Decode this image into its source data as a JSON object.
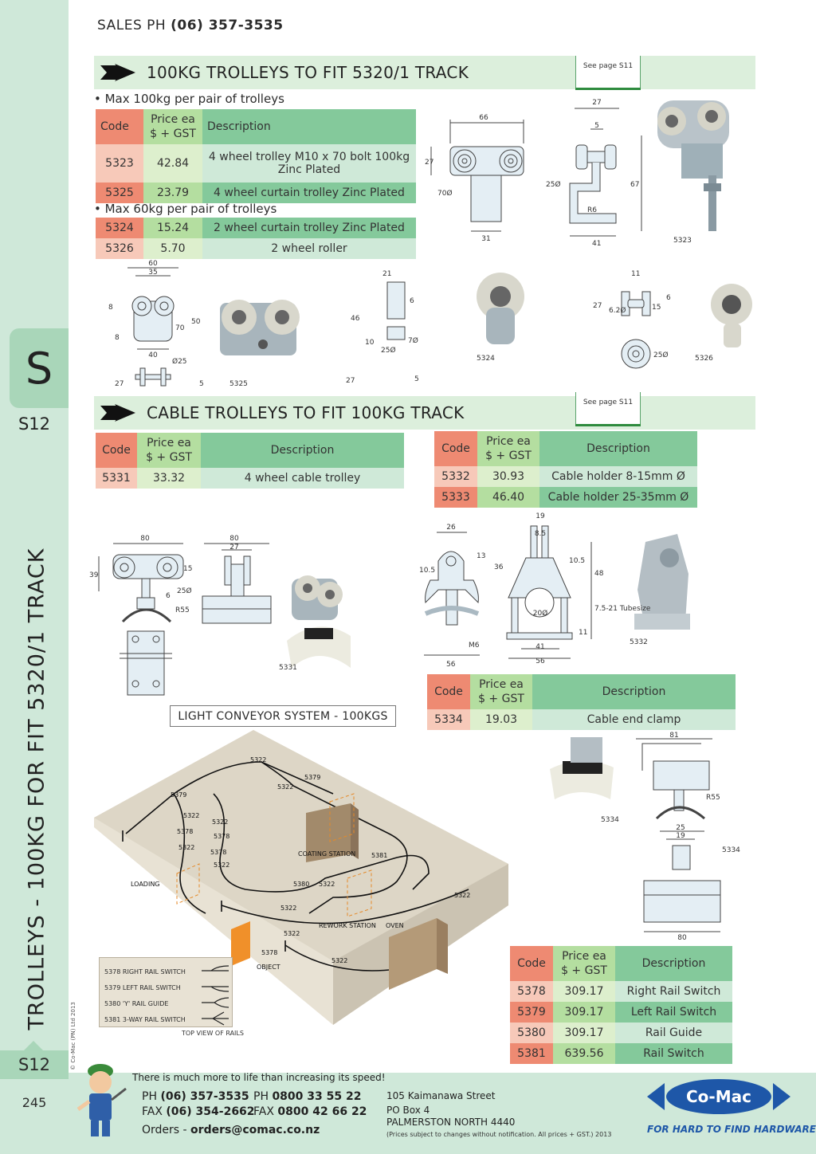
{
  "header": {
    "sales_label": "SALES  PH",
    "sales_phone": "(06) 357-3535"
  },
  "sidebar": {
    "tab_letter": "S",
    "tab_page": "S12",
    "vertical_title": "TROLLEYS - 100KG FOR FIT 5320/1 TRACK",
    "copyright": "© Co-Mac (PN) Ltd 2013",
    "bottom_page": "S12",
    "page_number": "245"
  },
  "section1": {
    "title": "100KG TROLLEYS TO FIT 5320/1 TRACK",
    "see_page": "See page S11",
    "bullet1": "• Max 100kg per pair of trolleys",
    "bullet2": "• Max 60kg per pair of trolleys",
    "table_header": {
      "code": "Code",
      "price": "Price ea $ + GST",
      "desc": "Description"
    },
    "rows_a": [
      {
        "code": "5323",
        "price": "42.84",
        "desc": "4 wheel trolley M10 x 70 bolt 100kg Zinc Plated"
      },
      {
        "code": "5325",
        "price": "23.79",
        "desc": "4 wheel curtain trolley Zinc Plated"
      }
    ],
    "rows_b": [
      {
        "code": "5324",
        "price": "15.24",
        "desc": "2 wheel curtain trolley Zinc Plated"
      },
      {
        "code": "5326",
        "price": "5.70",
        "desc": "2 wheel roller"
      }
    ],
    "diagram_labels": {
      "d5323_top": "66",
      "d5323_27": "27",
      "d5323_70": "70Ø",
      "d5323_31": "31",
      "side_27": "27",
      "side_5": "5",
      "side_25": "25Ø",
      "side_67": "67",
      "side_r6": "R6",
      "side_41": "41",
      "cap_5323": "5323",
      "d5325_60": "60",
      "d5325_35": "35",
      "d5325_8a": "8",
      "d5325_8b": "8",
      "d5325_70": "70",
      "d5325_50": "50",
      "d5325_40": "40",
      "d5325_25": "Ø25",
      "d5325_27": "27",
      "d5325_5": "5",
      "cap_5325": "5325",
      "d5324_21": "21",
      "d5324_6": "6",
      "d5324_46": "46",
      "d5324_10": "10",
      "d5324_7": "7Ø",
      "d5324_25": "25Ø",
      "d5324_27": "27",
      "d5324_5": "5",
      "cap_5324": "5324",
      "d5326_11": "11",
      "d5326_6": "6",
      "d5326_27": "27",
      "d5326_62": "6.2Ø",
      "d5326_15": "15",
      "d5326_25": "25Ø",
      "cap_5326": "5326"
    }
  },
  "section2": {
    "title": "CABLE TROLLEYS TO FIT 100KG TRACK",
    "see_page": "See page S11",
    "table_header": {
      "code": "Code",
      "price": "Price ea $ + GST",
      "desc": "Description"
    },
    "rows_5331": [
      {
        "code": "5331",
        "price": "33.32",
        "desc": "4 wheel cable trolley"
      }
    ],
    "rows_5332": [
      {
        "code": "5332",
        "price": "30.93",
        "desc": "Cable holder 8-15mm Ø"
      },
      {
        "code": "5333",
        "price": "46.40",
        "desc": "Cable holder 25-35mm Ø"
      }
    ],
    "rows_5334": [
      {
        "code": "5334",
        "price": "19.03",
        "desc": "Cable end clamp"
      }
    ],
    "rows_switch": [
      {
        "code": "5378",
        "price": "309.17",
        "desc": "Right Rail Switch"
      },
      {
        "code": "5379",
        "price": "309.17",
        "desc": "Left Rail Switch"
      },
      {
        "code": "5380",
        "price": "309.17",
        "desc": "Rail Guide"
      },
      {
        "code": "5381",
        "price": "639.56",
        "desc": "Rail Switch"
      }
    ],
    "diagram_labels": {
      "d5331_80a": "80",
      "d5331_39": "39",
      "d5331_15": "15",
      "d5331_6": "6",
      "d5331_25": "25Ø",
      "d5331_r55": "R55",
      "d5331_80b": "80",
      "d5331_27": "27",
      "cap_5331": "5331",
      "d5332_26": "26",
      "d5332_105a": "10.5",
      "d5332_13": "13",
      "d5332_36": "36",
      "d5332_m6": "M6",
      "d5332_56a": "56",
      "d5332_19": "19",
      "d5332_85": "8.5",
      "d5332_105b": "10.5",
      "d5332_48": "48",
      "d5332_20": "20Ø",
      "d5332_tube": "7.5-21 Tubesize",
      "d5332_11": "11",
      "d5332_41": "41",
      "d5332_56b": "56",
      "cap_5332": "5332",
      "cap_5334a": "5334",
      "d5334_81": "81",
      "d5334_r55": "R55",
      "d5334_25": "25",
      "d5334_19": "19",
      "d5334_80": "80",
      "cap_5334b": "5334"
    }
  },
  "conveyor": {
    "label": "LIGHT CONVEYOR SYSTEM - 100KGS",
    "labels": {
      "r5322a": "5322",
      "r5379a": "5379",
      "r5322b": "5322",
      "r5379b": "5379",
      "r5322c": "5322",
      "r5322d": "5322",
      "r5378a": "5378",
      "r5378b": "5378",
      "r5322e": "5322",
      "r5378c": "5378",
      "r5322f": "5322",
      "coating": "COATING STATION",
      "r5381": "5381",
      "loading": "LOADING",
      "r5380": "5380",
      "r5322g": "5322",
      "r5322h": "5322",
      "r5322i": "5322",
      "rework": "REWORK STATION",
      "oven": "OVEN",
      "r5322j": "5322",
      "r5378d": "5378",
      "object": "OBJECT",
      "r5322k": "5322"
    },
    "legend": [
      "5378 RIGHT RAIL SWITCH",
      "5379 LEFT RAIL SWITCH",
      "5380 'Y' RAIL GUIDE",
      "5381 3-WAY RAIL SWITCH"
    ],
    "legend_caption": "TOP VIEW OF RAILS"
  },
  "footer": {
    "slogan": "There is much more to life than increasing its speed!",
    "ph1_label": "PH",
    "ph1": "(06) 357-3535",
    "ph2_label": "PH",
    "ph2": "0800 33 55 22",
    "fax1_label": "FAX",
    "fax1": "(06) 354-2662",
    "fax2_label": "FAX",
    "fax2": "0800 42 66 22",
    "orders_label": "Orders -",
    "orders_email": "orders@comac.co.nz",
    "address1": "105 Kaimanawa Street",
    "address2": "PO Box 4",
    "address3": "PALMERSTON NORTH 4440",
    "disclaimer": "(Prices subject to changes without notification.  All prices + GST.)  2013",
    "logo_text": "Co-Mac",
    "tagline": "FOR HARD TO FIND HARDWARE"
  },
  "colors": {
    "sidebar": "#cfe8d9",
    "header_band": "#dcefdc",
    "code_header": "#ee8a72",
    "price_header": "#b4dea0",
    "desc_header": "#84c99b",
    "logo_blue": "#1e57a8"
  }
}
